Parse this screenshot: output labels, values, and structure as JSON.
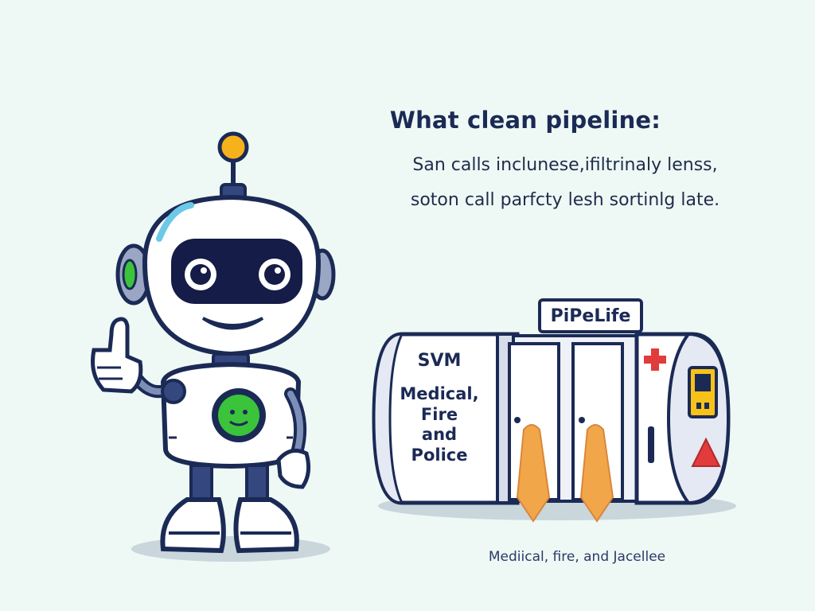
{
  "heading": "What clean pipeline:",
  "description": {
    "line1": "San calls inclunese,ifiltrinaly lenss,",
    "line2": "soton call parfcty lesh sortinlg late."
  },
  "pipeline": {
    "sign": "PiPeLife",
    "tank_code": "SVM",
    "tank_lines": [
      "Medical,",
      "Fire",
      "and",
      "Police"
    ]
  },
  "caption": "Mediical, fire, and Jacellee",
  "colors": {
    "background": "#eef8f5",
    "outline": "#1b2a55",
    "robot_visor": "#141c47",
    "chest_light": "#3bc43b",
    "antenna_bulb": "#f6b21a",
    "arrow": "#f2a64a",
    "cross": "#e23b3b",
    "warning": "#e23b3b"
  },
  "icons": [
    "robot-icon",
    "thumbs-up-icon",
    "medical-cross-icon",
    "warning-triangle-icon",
    "control-panel-icon"
  ]
}
